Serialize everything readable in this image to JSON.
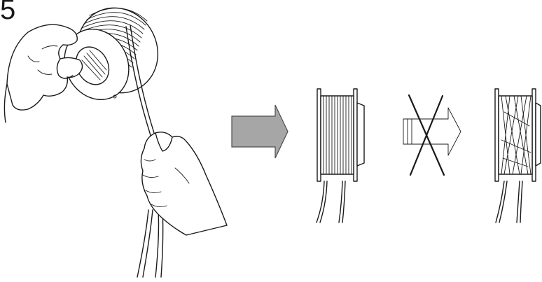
{
  "step": {
    "number": "5"
  },
  "colors": {
    "line": "#1a1a1a",
    "correct_arrow_fill": "#a6a6a6",
    "background": "#ffffff"
  },
  "panels": [
    {
      "id": "winding-by-hand",
      "description_icon": "hands-winding-spool"
    },
    {
      "id": "correct-result",
      "description_icon": "neatly-wound-spool"
    },
    {
      "id": "incorrect-result",
      "description_icon": "crossed-wound-spool"
    }
  ]
}
